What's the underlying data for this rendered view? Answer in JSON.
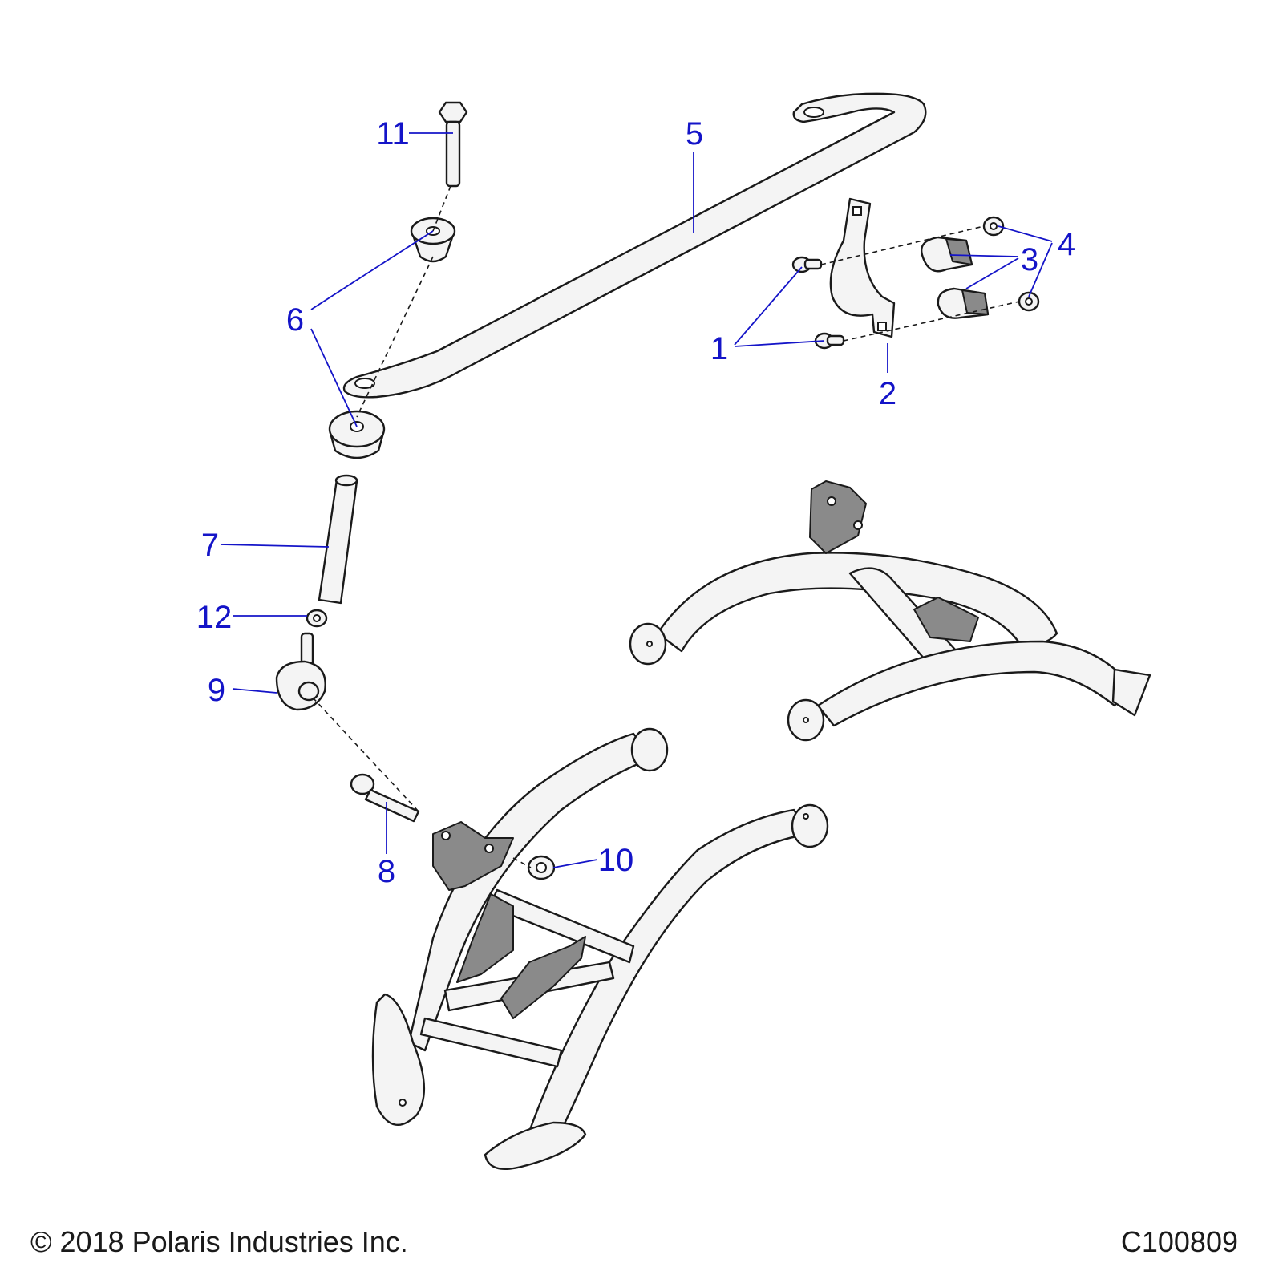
{
  "callouts": [
    {
      "id": "1",
      "label": "1"
    },
    {
      "id": "2",
      "label": "2"
    },
    {
      "id": "3",
      "label": "3"
    },
    {
      "id": "4",
      "label": "4"
    },
    {
      "id": "5",
      "label": "5"
    },
    {
      "id": "6",
      "label": "6"
    },
    {
      "id": "7",
      "label": "7"
    },
    {
      "id": "8",
      "label": "8"
    },
    {
      "id": "9",
      "label": "9"
    },
    {
      "id": "10",
      "label": "10"
    },
    {
      "id": "11",
      "label": "11"
    },
    {
      "id": "12",
      "label": "12"
    }
  ],
  "footer": {
    "copyright": "© 2018 Polaris Industries Inc.",
    "figure_id": "C100809"
  },
  "colors": {
    "callout": "#1414c8",
    "line": "#1a1a1a",
    "part_fill": "#f4f4f4",
    "bracket_fill": "#8a8a8a"
  }
}
